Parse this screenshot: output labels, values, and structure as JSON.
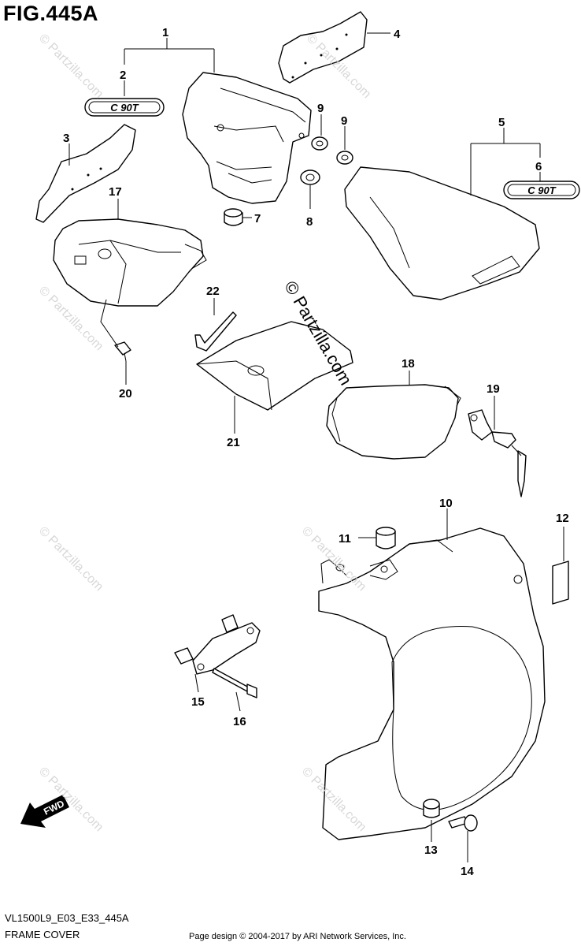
{
  "figure": {
    "title": "FIG.445A",
    "model_code": "VL1500L9_E03_E33_445A",
    "name": "FRAME COVER",
    "credit": "Page design © 2004-2017 by ARI Network Services, Inc.",
    "watermark": "© Partzilla.com",
    "fwd_label": "FWD",
    "emblem_text": "C 90T"
  },
  "callouts": [
    "1",
    "2",
    "3",
    "4",
    "5",
    "6",
    "7",
    "8",
    "9",
    "9",
    "10",
    "11",
    "12",
    "13",
    "14",
    "15",
    "16",
    "17",
    "18",
    "19",
    "20",
    "21",
    "22"
  ]
}
